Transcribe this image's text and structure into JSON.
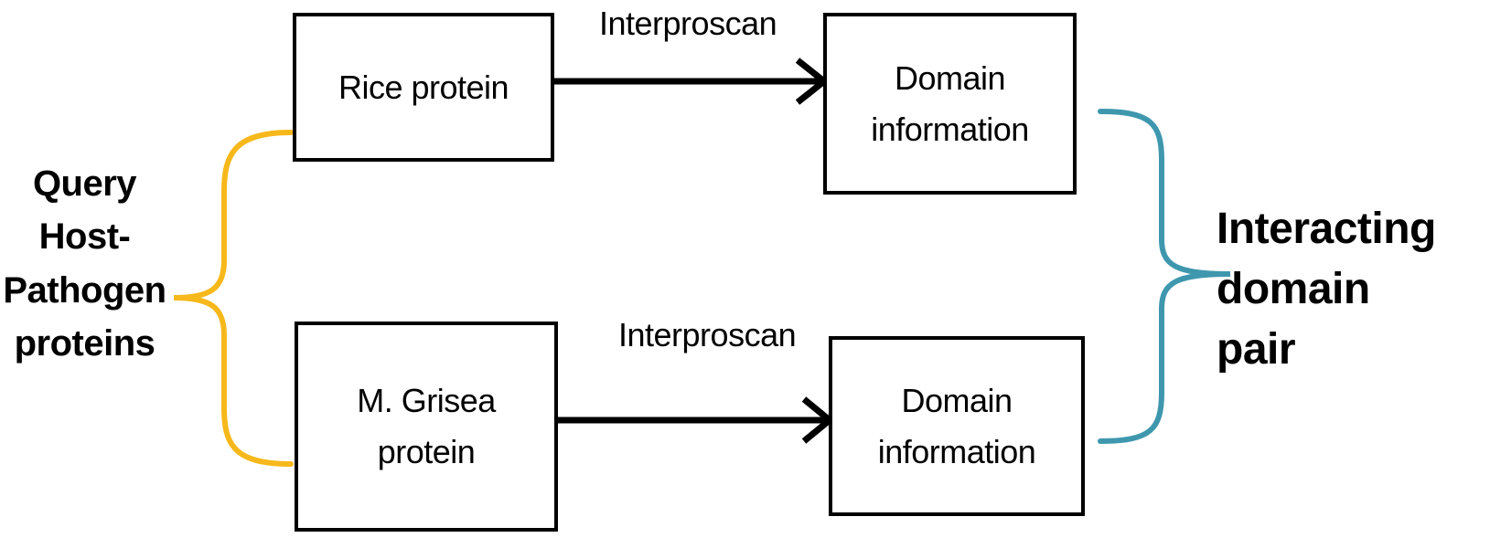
{
  "nodes": {
    "rice_protein": {
      "lines": [
        "Rice protein"
      ]
    },
    "rice_domain": {
      "lines": [
        "Domain",
        "information"
      ]
    },
    "grisea_protein": {
      "lines": [
        "M. Grisea",
        "protein"
      ]
    },
    "grisea_domain": {
      "lines": [
        "Domain",
        "information"
      ]
    }
  },
  "edges": {
    "top": {
      "label": "Interproscan"
    },
    "bottom": {
      "label": "Interproscan"
    }
  },
  "groups": {
    "query": {
      "lines": [
        "Query",
        "Host-",
        "Pathogen",
        "proteins"
      ],
      "color": "#f6b81a"
    },
    "interacting": {
      "lines": [
        "Interacting",
        "domain",
        "pair"
      ],
      "color": "#3f97ae"
    }
  }
}
